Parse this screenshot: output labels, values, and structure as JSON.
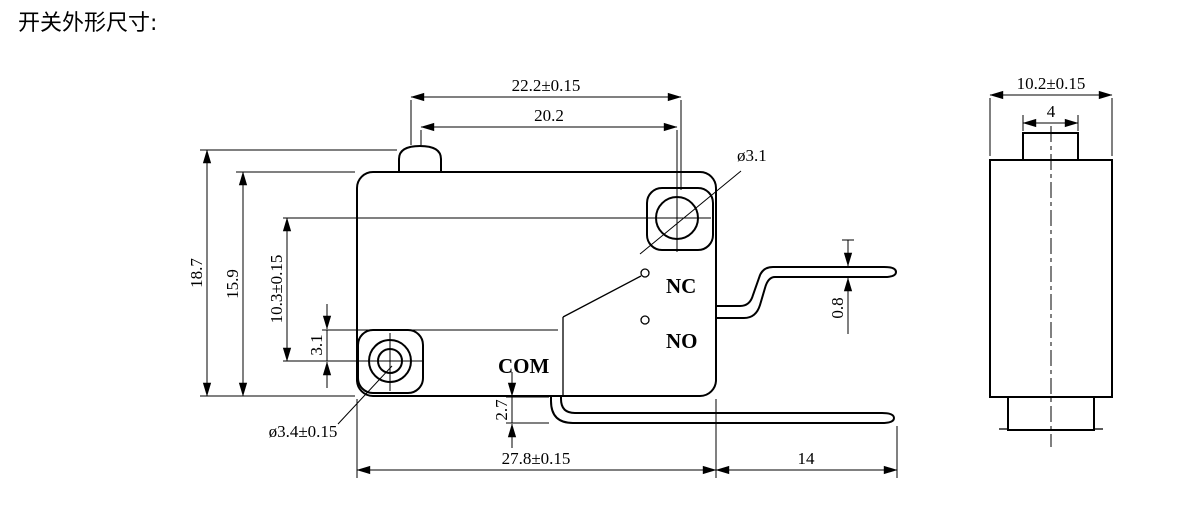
{
  "title": "开关外形尺寸:",
  "front_view": {
    "terminal_labels": {
      "nc": "NC",
      "no": "NO",
      "com": "COM"
    },
    "dimensions": {
      "top_span": "22.2±0.15",
      "inner_span": "20.2",
      "top_hole_dia": "ø3.1",
      "overall_height": "18.7",
      "body_height": "15.9",
      "hole_spacing": "10.3±0.15",
      "hole_offset": "3.1",
      "bottom_hole_dia": "ø3.4±0.15",
      "terminal_drop": "2.7",
      "body_width": "27.8±0.15",
      "terminal_length": "14",
      "terminal_thickness": "0.8"
    }
  },
  "side_view": {
    "dimensions": {
      "depth": "10.2±0.15",
      "button_width": "4"
    }
  }
}
